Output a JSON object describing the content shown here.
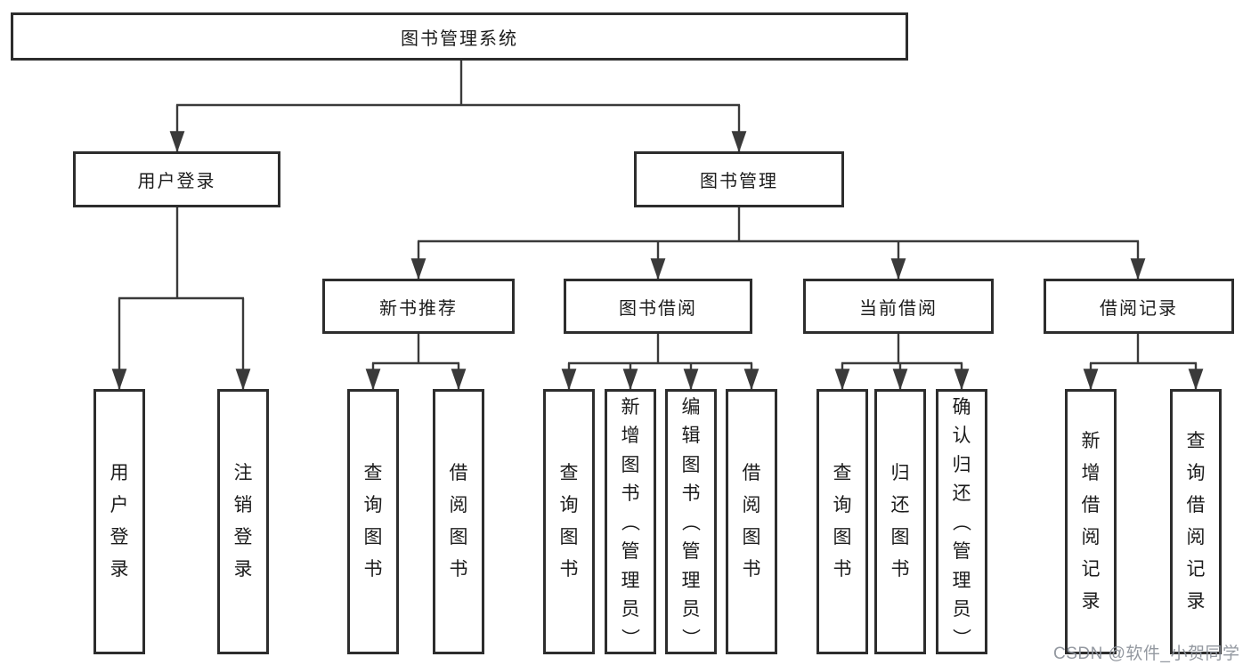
{
  "diagram_type": "hierarchy-tree",
  "tree": {
    "label": "图书管理系统",
    "children": [
      {
        "label": "用户登录",
        "children": [
          {
            "label": "用户登录"
          },
          {
            "label": "注销登录"
          }
        ]
      },
      {
        "label": "图书管理",
        "children": [
          {
            "label": "新书推荐",
            "children": [
              {
                "label": "查询图书"
              },
              {
                "label": "借阅图书"
              }
            ]
          },
          {
            "label": "图书借阅",
            "children": [
              {
                "label": "查询图书"
              },
              {
                "label": "新增图书（管理员）"
              },
              {
                "label": "编辑图书（管理员）"
              },
              {
                "label": "借阅图书"
              }
            ]
          },
          {
            "label": "当前借阅",
            "children": [
              {
                "label": "查询图书"
              },
              {
                "label": "归还图书"
              },
              {
                "label": "确认归还（管理员）"
              }
            ]
          },
          {
            "label": "借阅记录",
            "children": [
              {
                "label": "新增借阅记录"
              },
              {
                "label": "查询借阅记录"
              }
            ]
          }
        ]
      }
    ]
  },
  "watermark": "CSDN @软件_小贺同学",
  "colors": {
    "line": "#3a3a3a",
    "box_border": "#2d2d2d",
    "box_fill": "#ffffff",
    "text": "#1c1c1c",
    "watermark": "#8d929b",
    "background": "#ffffff"
  }
}
